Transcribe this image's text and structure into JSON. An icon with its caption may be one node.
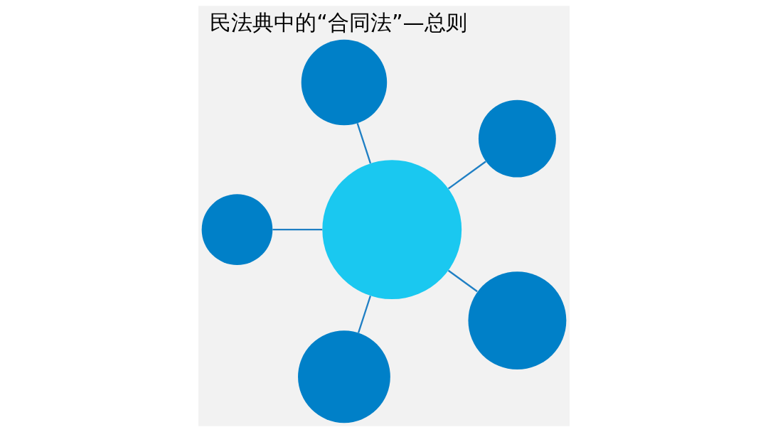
{
  "diagram": {
    "title": "民法典中的“合同法”—总则",
    "nodes": [
      {
        "text": [],
        "shape": "circle"
      },
      {
        "text": [],
        "shape": "circle"
      },
      {
        "text": [],
        "shape": "circle"
      },
      {
        "text": [],
        "shape": "circle"
      },
      {
        "text": [],
        "shape": "circle"
      },
      {
        "text": [],
        "shape": "circle"
      }
    ],
    "edges": [
      {
        "from": 2,
        "to": 0,
        "arrow": "none"
      },
      {
        "from": 2,
        "to": 1,
        "arrow": "none"
      },
      {
        "from": 2,
        "to": 3,
        "arrow": "none"
      },
      {
        "from": 2,
        "to": 4,
        "arrow": "none"
      },
      {
        "from": 2,
        "to": 5,
        "arrow": "none"
      }
    ]
  }
}
